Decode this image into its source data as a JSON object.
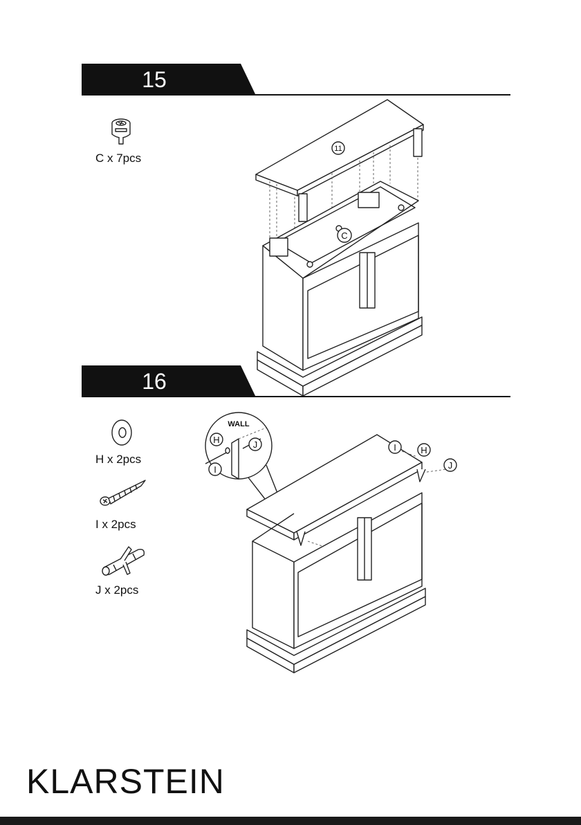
{
  "steps": [
    {
      "number": "15",
      "parts": [
        {
          "icon": "cam-lock-icon",
          "label": "C x 7pcs"
        }
      ],
      "callouts": {
        "panel": "11",
        "part": "C"
      }
    },
    {
      "number": "16",
      "parts": [
        {
          "icon": "washer-icon",
          "label": "H x 2pcs"
        },
        {
          "icon": "screw-icon",
          "label": "I x 2pcs"
        },
        {
          "icon": "wall-plug-icon",
          "label": "J x 2pcs"
        }
      ],
      "callouts": {
        "wall": "WALL",
        "washer": "H",
        "screw": "I",
        "plug": "J"
      }
    }
  ],
  "brand": "KLARSTEIN",
  "colors": {
    "ink": "#111111",
    "background": "#ffffff"
  }
}
